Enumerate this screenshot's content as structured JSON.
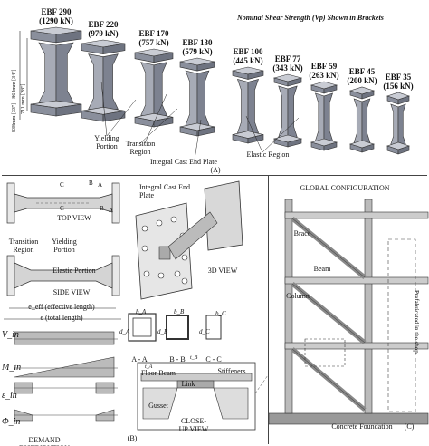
{
  "panelA": {
    "title": "Nominal Shear Strength (Vp) Shown in Brackets",
    "specimens": [
      {
        "name": "EBF 290",
        "vp": "(1290 kN)"
      },
      {
        "name": "EBF 220",
        "vp": "(979 kN)"
      },
      {
        "name": "EBF 170",
        "vp": "(757 kN)"
      },
      {
        "name": "EBF 130",
        "vp": "(579 kN)"
      },
      {
        "name": "EBF 100",
        "vp": "(445 kN)"
      },
      {
        "name": "EBF 77",
        "vp": "(343 kN)"
      },
      {
        "name": "EBF 59",
        "vp": "(263 kN)"
      },
      {
        "name": "EBF 45",
        "vp": "(200 kN)"
      },
      {
        "name": "EBF 35",
        "vp": "(156 kN)"
      }
    ],
    "dim_outer": "838mm [33\"] - 864mm [34\"]",
    "dim_inner": "711 mm [28\"]",
    "yielding": "Yielding Portion",
    "transition": "Transition Region",
    "end_plate": "Integral Cast End Plate",
    "elastic": "Elastic Region",
    "label": "(A)"
  },
  "panelB": {
    "top_view": "TOP VIEW",
    "side_view": "SIDE VIEW",
    "view3d": "3D VIEW",
    "integral": "Integral Cast End Plate",
    "transition": "Transition Region",
    "yielding": "Yielding Portion",
    "elastic": "Elastic Portion",
    "eff": "e_eff (effective length)",
    "total": "e (total length)",
    "rows": [
      "V_in",
      "M_in",
      "ε_in",
      "Φ_in"
    ],
    "demand": "DEMAND DISTRIBUTION",
    "label": "(B)",
    "secA": "A - A",
    "secB": "B - B",
    "secC": "C - C",
    "bA": "b_A",
    "dA": "d_A",
    "bB": "b_B",
    "dB": "d_B",
    "bC": "b_C",
    "dC": "d_C",
    "tB": "t_B",
    "tA": "t_A",
    "closeup": "CLOSE-UP VIEW",
    "floor_beam": "Floor Beam",
    "link": "Link",
    "stiffeners": "Stiffeners",
    "gusset": "Gusset",
    "cuts": [
      "A",
      "A",
      "B",
      "B",
      "C",
      "C"
    ]
  },
  "panelC": {
    "title": "GLOBAL CONFIGURATION",
    "brace": "Brace",
    "beam": "Beam",
    "column": "Column",
    "prefab": "Prefabricated in the shop",
    "foundation": "Concrete Foundation",
    "label": "(C)"
  }
}
